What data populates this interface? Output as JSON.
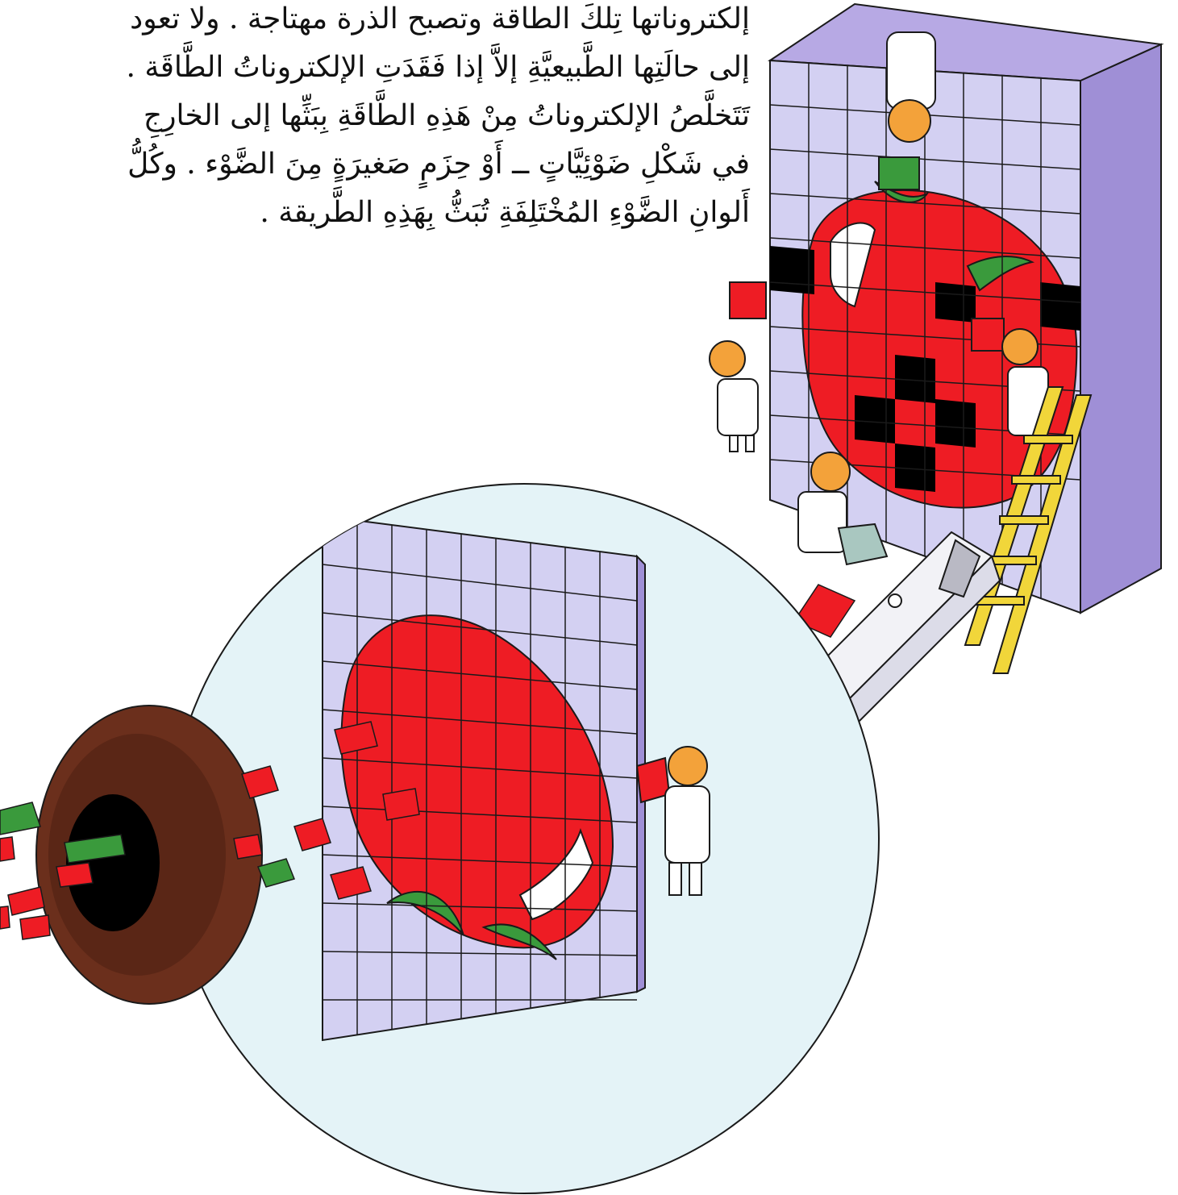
{
  "page": {
    "direction": "rtl",
    "language": "ar"
  },
  "text": {
    "lines": [
      "إلكتروناتها تِلكَ الطاقة وتصبح الذرة مهتاجة . ولا تعود",
      "إلى حالَتِها الطَّبيعيَّةِ إلاَّ إذا فَقَدَتِ الإلكتروناتُ الطَّاقَة .",
      "تَتَخلَّصُ الإلكتروناتُ مِنْ هَذِهِ الطَّاقَةِ بِبَثِّها إلى الخارِجِ",
      "في شَكْلِ ضَوْئِيَّاتٍ ــ أَوْ حِزَمٍ صَغيرَةٍ مِنَ الضَّوْء . وكُلُّ",
      "أَلوانِ الضَّوْءِ المُخْتَلِفَةِ تُبَثُّ بِهَذِهِ الطَّريقة ."
    ]
  },
  "illustration": {
    "scene": "eye-receiving-light-packets-from-tomato-pixel-wall",
    "colors": {
      "tomato_red": "#ee1c24",
      "leaf_green": "#3a9a3c",
      "grid_lavender": "#c9c6ef",
      "wall_side_purple": "#9f8fd6",
      "iris_brown": "#6b2f1c",
      "pupil_black": "#000000",
      "ladder_yellow": "#f1d63a",
      "packet_gray": "#a9c7c0",
      "skin_orange": "#f3a23a",
      "eyeball_tint": "#e4f3f7",
      "outline": "#1a1a1a"
    }
  }
}
